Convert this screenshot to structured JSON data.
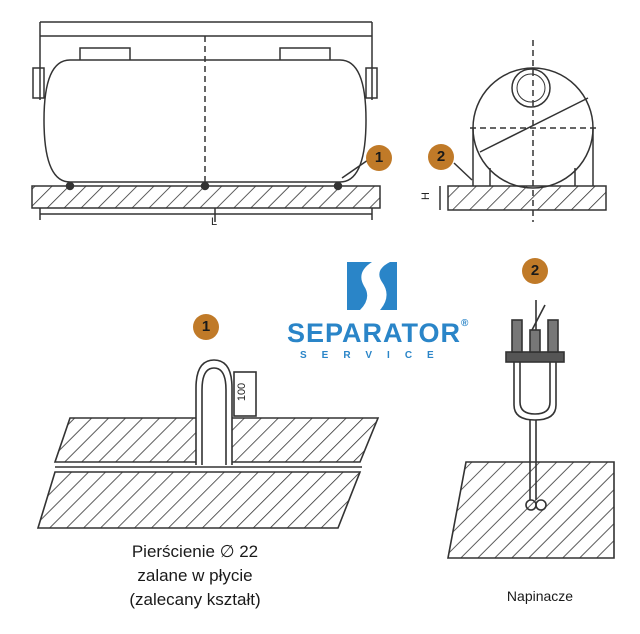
{
  "markers": {
    "top_left": "1",
    "top_right": "2",
    "detail_left": "1",
    "detail_right": "2"
  },
  "dimensions": {
    "length": "L",
    "height": "H",
    "ring_height": "100"
  },
  "logo": {
    "name": "SEPARATOR",
    "registered": "®",
    "subtitle": "SERVICE"
  },
  "captions": {
    "rings_line1": "Pierścienie ∅ 22",
    "rings_line2": "zalane w płycie",
    "rings_line3": "(zalecany kształt)",
    "tensioners": "Napinacze"
  },
  "colors": {
    "marker": "#c07a28",
    "logo_blue": "#2a85c8",
    "line": "#333333"
  }
}
